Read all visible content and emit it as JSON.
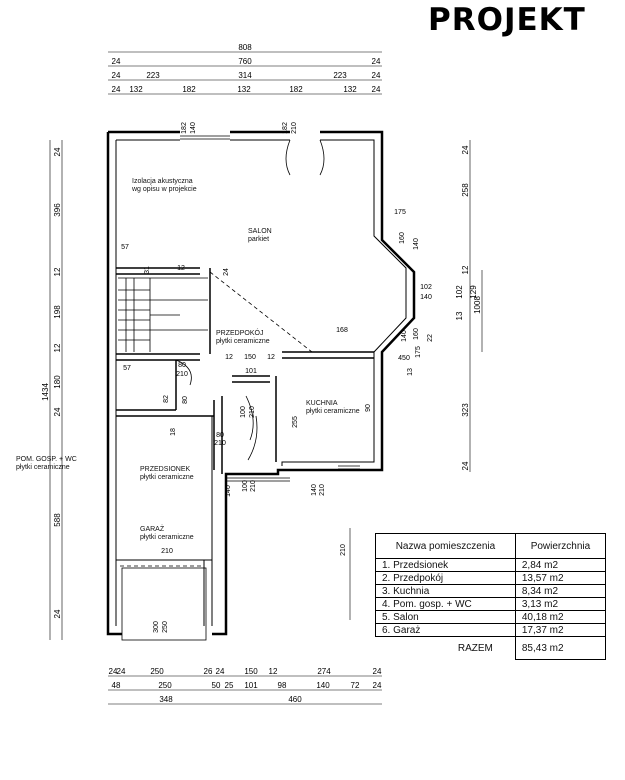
{
  "header": {
    "title": "PROJEKT"
  },
  "dimensions": {
    "top_row1": [
      "808"
    ],
    "top_row2": [
      "24",
      "760",
      "24"
    ],
    "top_row3": [
      "24",
      "223",
      "314",
      "223",
      "24"
    ],
    "top_row4": [
      "24",
      "132",
      "182",
      "132",
      "182",
      "132",
      "24"
    ],
    "left_outer": [
      "1434"
    ],
    "left_inner": [
      "24",
      "396",
      "12",
      "198",
      "12",
      "180",
      "24",
      "588",
      "24"
    ],
    "right_outer": [
      "1008"
    ],
    "right_inner": [
      "24",
      "258",
      "12",
      "102",
      "129",
      "13",
      "323",
      "24"
    ],
    "bottom_row1": [
      "24",
      "24",
      "250",
      "26",
      "24",
      "150",
      "12",
      "274",
      "24"
    ],
    "bottom_row2": [
      "48",
      "250",
      "50",
      "25",
      "101",
      "98",
      "140",
      "72",
      "24"
    ],
    "bottom_row3": [
      "348",
      "460"
    ],
    "interior": [
      "182",
      "140",
      "182",
      "210",
      "175",
      "160",
      "140",
      "102",
      "140",
      "140",
      "160",
      "175",
      "22",
      "13",
      "168",
      "57",
      "31",
      "12",
      "24",
      "12",
      "150",
      "12",
      "101",
      "80",
      "210",
      "57",
      "80",
      "82",
      "18",
      "80",
      "210",
      "100",
      "210",
      "255",
      "90",
      "100",
      "210",
      "140",
      "210",
      "140",
      "210",
      "300",
      "250",
      "210",
      "450",
      "12"
    ]
  },
  "rooms": {
    "izolacja": {
      "line1": "Izolacja akustyczna",
      "line2": "wg opisu w projekcie"
    },
    "salon": {
      "name": "SALON",
      "floor": "parkiet"
    },
    "przedpokoj": {
      "name": "PRZEDPOKÓJ",
      "floor": "płytki ceramiczne"
    },
    "kuchnia": {
      "name": "KUCHNIA",
      "floor": "płytki ceramiczne"
    },
    "pom_gosp": {
      "name": "POM. GOSP. + WC",
      "floor": "płytki ceramiczne"
    },
    "przedsionek": {
      "name": "PRZEDSIONEK",
      "floor": "płytki ceramiczne"
    },
    "garaz": {
      "name": "GARAŻ",
      "floor": "płytki ceramiczne"
    }
  },
  "area_table": {
    "col_name": "Nazwa pomieszczenia",
    "col_area": "Powierzchnia",
    "rows": [
      {
        "name": "1. Przedsionek",
        "area": "2,84 m2"
      },
      {
        "name": "2. Przedpokój",
        "area": "13,57 m2"
      },
      {
        "name": "3. Kuchnia",
        "area": "8,34 m2"
      },
      {
        "name": "4. Pom. gosp. + WC",
        "area": "3,13 m2"
      },
      {
        "name": "5. Salon",
        "area": "40,18 m2"
      },
      {
        "name": "6. Garaż",
        "area": "17,37 m2"
      }
    ],
    "total_label": "RAZEM",
    "total_value": "85,43 m2"
  }
}
